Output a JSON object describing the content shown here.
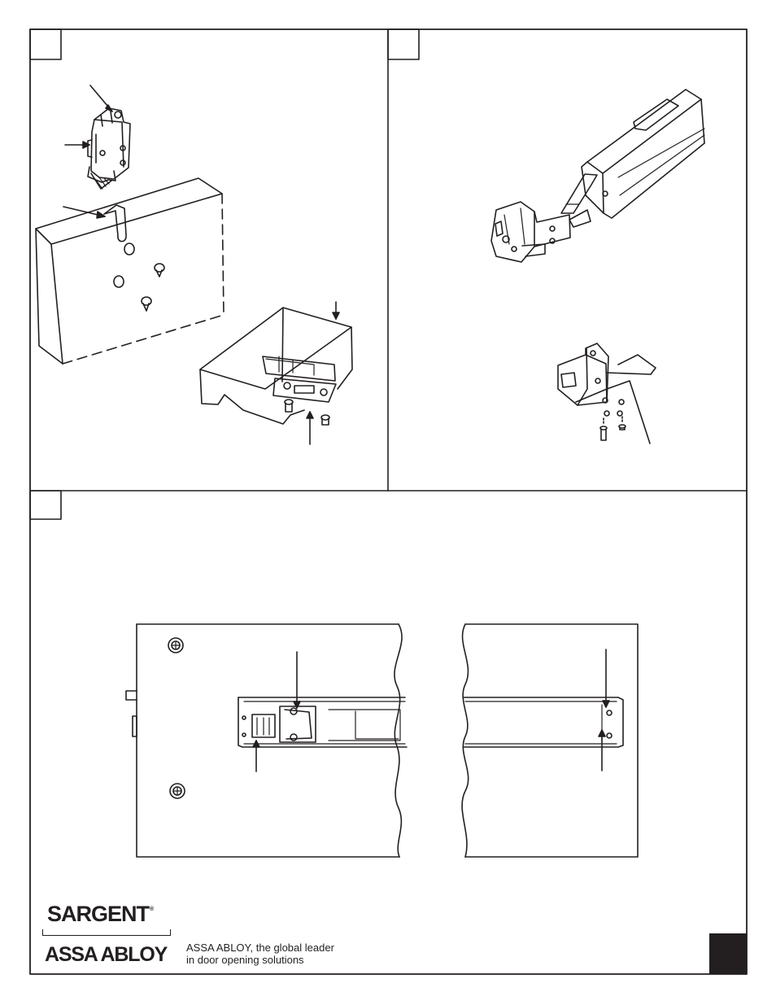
{
  "footer": {
    "brand": "SARGENT",
    "brand_mark": "®",
    "parent_brand": "ASSA ABLOY",
    "tagline_line1": "ASSA ABLOY, the global leader",
    "tagline_line2": "in door opening solutions"
  },
  "panels": [
    {
      "id": "A",
      "step_label": "",
      "subject": "strike-and-latch-mounting"
    },
    {
      "id": "B",
      "step_label": "",
      "subject": "rail-and-hinge-assembly"
    },
    {
      "id": "C",
      "step_label": "",
      "subject": "rail-end-detail-views"
    }
  ],
  "page_number": "",
  "colors": {
    "ink": "#231f20",
    "paper": "#ffffff",
    "page_tab": "#231f20"
  },
  "icons": [
    "screw-icon",
    "arrow-icon"
  ]
}
